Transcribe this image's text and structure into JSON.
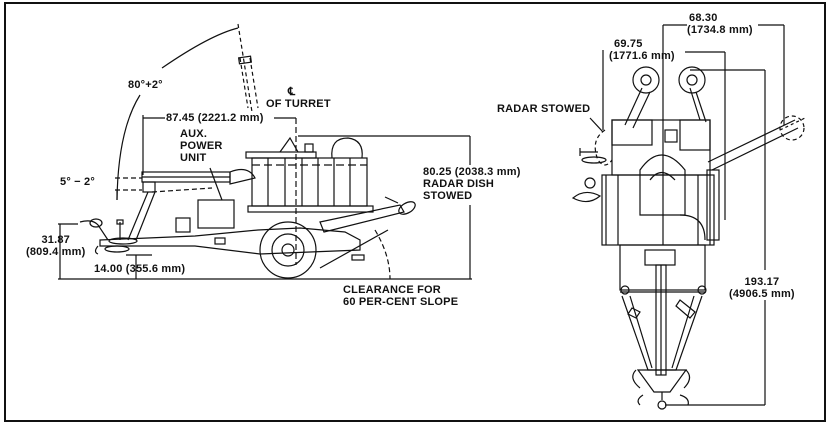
{
  "side_view": {
    "elevation_max": "80°+2°",
    "elevation_min": "5° − 2°",
    "centerline_symbol": "℄",
    "centerline_label": "OF TURRET",
    "turret_offset": "87.45 (2221.2 mm)",
    "aux_power_unit": [
      "AUX.",
      "POWER",
      "UNIT"
    ],
    "height_radar_stowed": [
      "80.25 (2038.3 mm)",
      "RADAR DISH",
      "STOWED"
    ],
    "hitch_height": [
      "31.87",
      "(809.4 mm)"
    ],
    "ground_clearance": "14.00 (355.6 mm)",
    "slope_clearance": [
      "CLEARANCE FOR",
      "60 PER-CENT SLOPE"
    ]
  },
  "front_view": {
    "radar_stowed": "RADAR STOWED",
    "width_a": [
      "69.75",
      "(1771.6 mm)"
    ],
    "width_b": [
      "68.30",
      "(1734.8 mm)"
    ],
    "overall_length": [
      "193.17",
      "(4906.5 mm)"
    ]
  }
}
